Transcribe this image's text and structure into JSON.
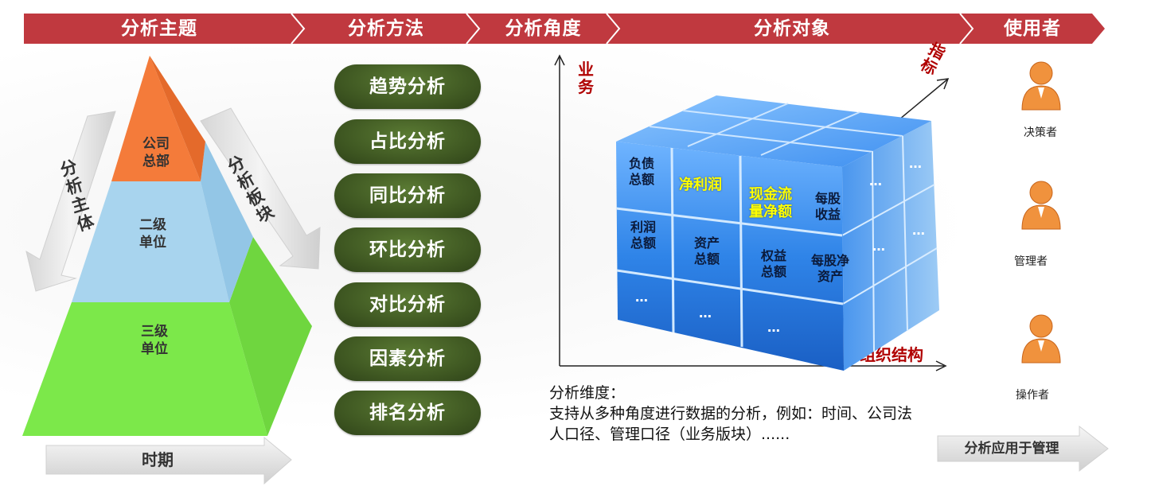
{
  "header": {
    "topic": "分析主题",
    "method": "分析方法",
    "angle": "分析角度",
    "object": "分析对象",
    "user": "使用者"
  },
  "pyramid": {
    "top": "公司\n总部",
    "middle": "二级\n单位",
    "bottom": "三级\n单位",
    "left_arrow": "分析主体",
    "right_arrow": "分析板块",
    "bottom_arrow": "时期"
  },
  "methods": [
    "趋势分析",
    "占比分析",
    "同比分析",
    "环比分析",
    "对比分析",
    "因素分析",
    "排名分析"
  ],
  "cube": {
    "axis_y": "业务",
    "axis_z": "指标",
    "axis_x": "组织结构",
    "cells": {
      "debt": "负债\n总额",
      "net_profit": "净利润",
      "cashflow": "现金流\n量净额",
      "eps": "每股\n收益",
      "total_profit": "利润\n总额",
      "assets": "资产\n总额",
      "equity": "权益\n总额",
      "navps": "每股净\n资产",
      "dots": "…"
    }
  },
  "note": {
    "line1": "分析维度：",
    "line2": "支持从多种角度进行数据的分析，例如：时间、公司法",
    "line3": "人口径、管理口径（业务版块）......"
  },
  "users": [
    "决策者",
    "管理者",
    "操作者"
  ],
  "footer_arrow": "分析应用于管理",
  "colors": {
    "header_red": "#c0393f",
    "pyramid_top": "#f47b3a",
    "pyramid_mid": "#a8d4ee",
    "pyramid_bottom": "#7ce84a",
    "pill_green": "#3c5420",
    "cube_blue": "#2f84e8"
  }
}
